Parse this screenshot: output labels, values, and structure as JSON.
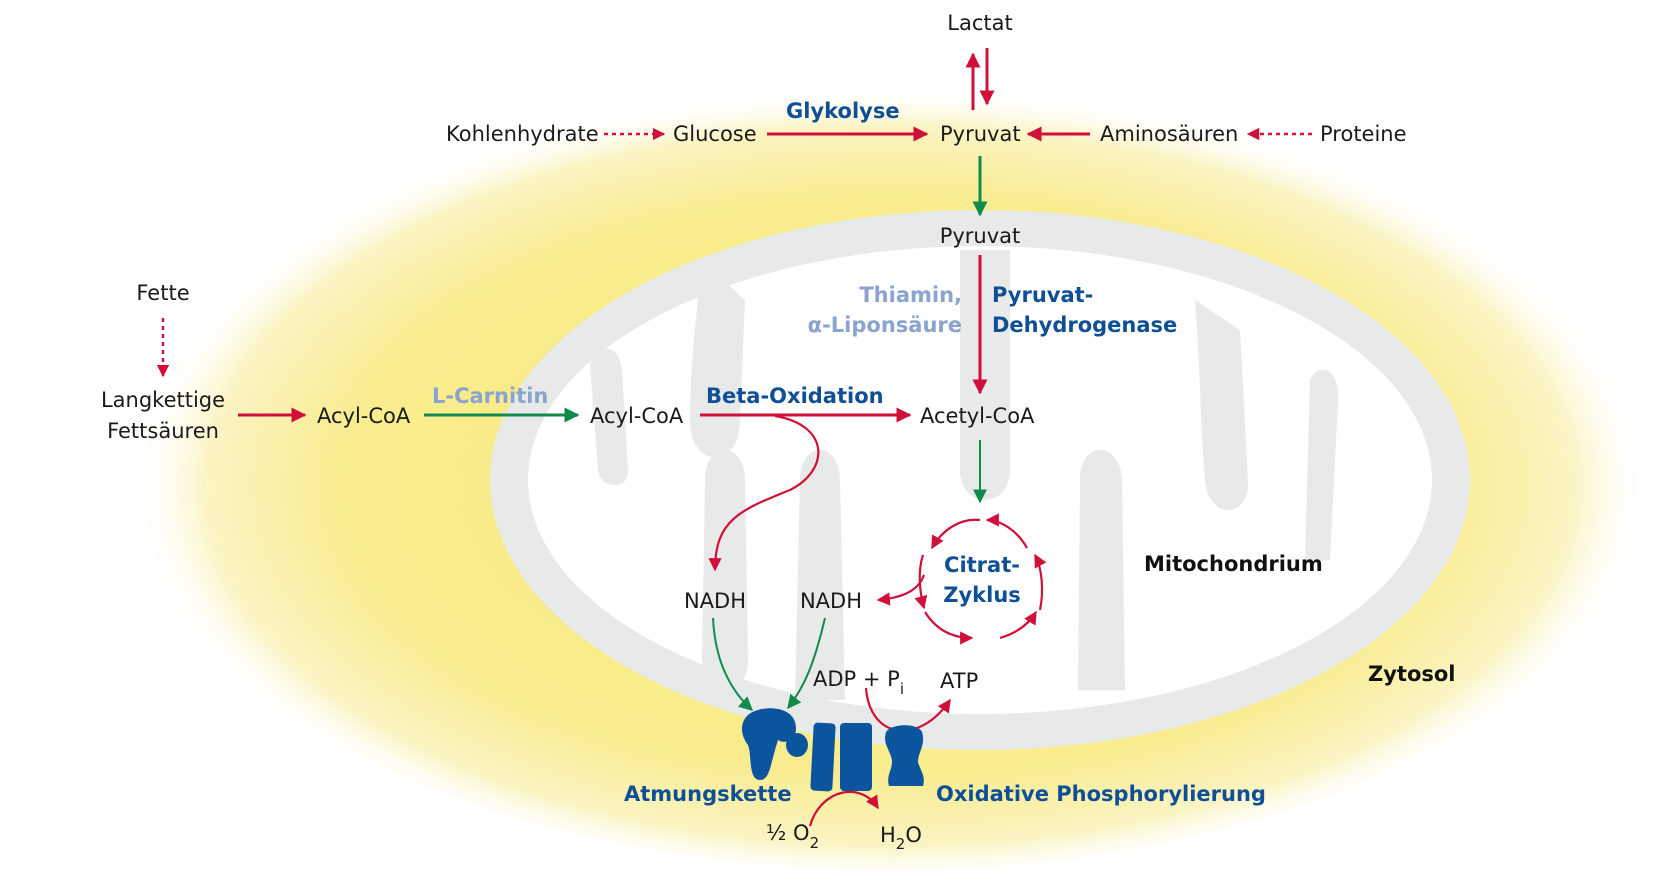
{
  "diagram": {
    "title": "Energiestoffwechsel: Glykolyse, Beta-Oxidation, Citrat-Zyklus und Atmungskette",
    "compartments": {
      "cytosol": "Zytosol",
      "mitochondrion": "Mitochondrium"
    },
    "nodes": {
      "lactat": "Lactat",
      "kohlenhydrate": "Kohlenhydrate",
      "glucose": "Glucose",
      "pyruvat_cyto": "Pyruvat",
      "aminosaeuren": "Aminosäuren",
      "proteine": "Proteine",
      "pyruvat_mito": "Pyruvat",
      "fette": "Fette",
      "langkettige_line1": "Langkettige",
      "langkettige_line2": "Fettsäuren",
      "acyl_coa_cyto": "Acyl-CoA",
      "acyl_coa_mito": "Acyl-CoA",
      "acetyl_coa": "Acetyl-CoA",
      "nadh_1": "NADH",
      "nadh_2": "NADH",
      "adp": "ADP + P",
      "adp_sub": "i",
      "atp": "ATP",
      "o2_prefix": "½ O",
      "o2_sub": "2",
      "h2o_h": "H",
      "h2o_sub": "2",
      "h2o_o": "O"
    },
    "processes": {
      "glykolyse": "Glykolyse",
      "l_carnitin": "L-Carnitin",
      "beta_oxidation": "Beta-Oxidation",
      "cofactors_line1": "Thiamin,",
      "cofactors_line2": "α-Liponsäure",
      "pdh_line1": "Pyruvat-",
      "pdh_line2": "Dehydrogenase",
      "citrat_line1": "Citrat-",
      "citrat_line2": "Zyklus",
      "atmungskette": "Atmungskette",
      "oxphos": "Oxidative Phosphorylierung"
    },
    "legend_colors": {
      "reaction": "#d0103a",
      "transport": "#128a4e",
      "enzyme_label": "#0e4f96",
      "cofactor_label": "#8aa3cf",
      "cytosol_fill": "#f8ec8c",
      "membrane_fill": "#e8e9e9"
    }
  }
}
